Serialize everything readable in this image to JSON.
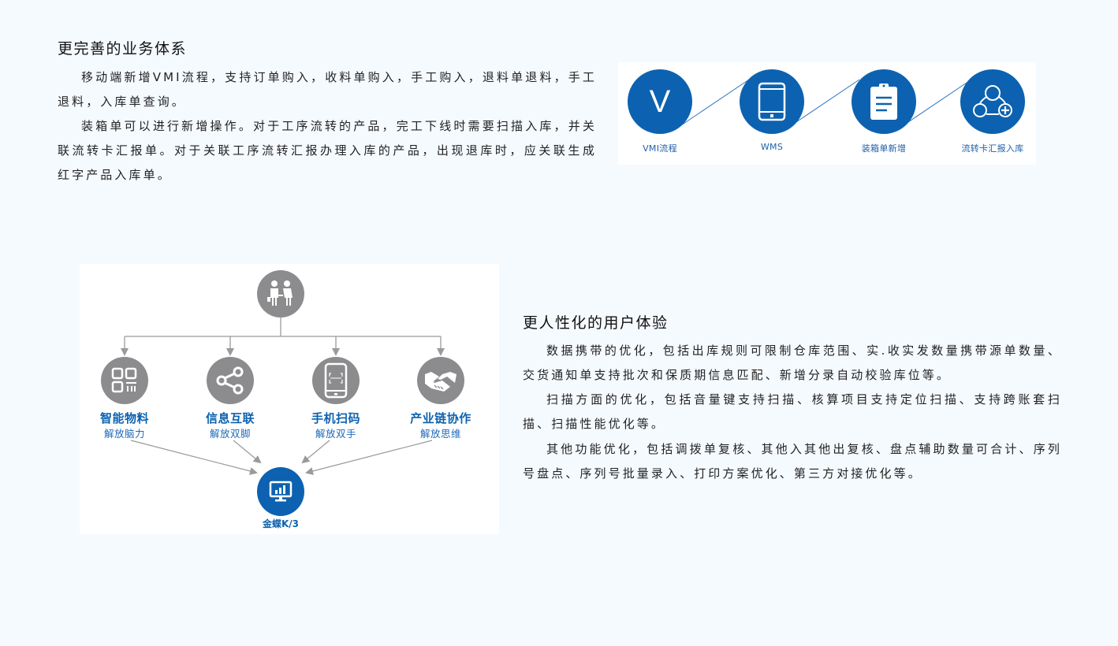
{
  "section1": {
    "title": "更完善的业务体系",
    "paragraphs": [
      "移动端新增VMI流程，支持订单购入，收料单购入，手工购入，退料单退料，手工退料，入库单查询。",
      "装箱单可以进行新增操作。对于工序流转的产品，完工下线时需要扫描入库，并关联流转卡汇报单。对于关联工序流转汇报办理入库的产品，出现退库时，应关联生成红字产品入库单。"
    ],
    "process": {
      "accent_color": "#0c62b0",
      "steps": [
        {
          "label": "VMI流程",
          "icon": "letter-v-icon",
          "glyph": "V"
        },
        {
          "label": "WMS",
          "icon": "tablet-icon"
        },
        {
          "label": "装箱单新增",
          "icon": "clipboard-icon"
        },
        {
          "label": "流转卡汇报入库",
          "icon": "network-add-icon"
        }
      ]
    }
  },
  "section2": {
    "title": "更人性化的用户体验",
    "paragraphs": [
      "数据携带的优化，包括出库规则可限制仓库范围、实.收实发数量携带源单数量、交货通知单支持批次和保质期信息匹配、新增分录自动校验库位等。",
      "扫描方面的优化，包括音量键支持扫描、核算项目支持定位扫描、支持跨账套扫描、扫描性能优化等。",
      "其他功能优化，包括调拨单复核、其他入其他出复核、盘点辅助数量可合计、序列号盘点、序列号批量录入、打印方案优化、第三方对接优化等。"
    ],
    "diagram": {
      "top_icon": "people-handshake-icon",
      "gray_color": "#8c8c8e",
      "features": [
        {
          "title": "智能物料",
          "subtitle": "解放脑力",
          "icon": "qr-code-icon"
        },
        {
          "title": "信息互联",
          "subtitle": "解放双脚",
          "icon": "share-icon"
        },
        {
          "title": "手机扫码",
          "subtitle": "解放双手",
          "icon": "phone-scan-icon"
        },
        {
          "title": "产业链协作",
          "subtitle": "解放思维",
          "icon": "handshake-icon"
        }
      ],
      "center": {
        "label": "金蝶K/3",
        "icon": "monitor-chart-icon"
      }
    }
  }
}
